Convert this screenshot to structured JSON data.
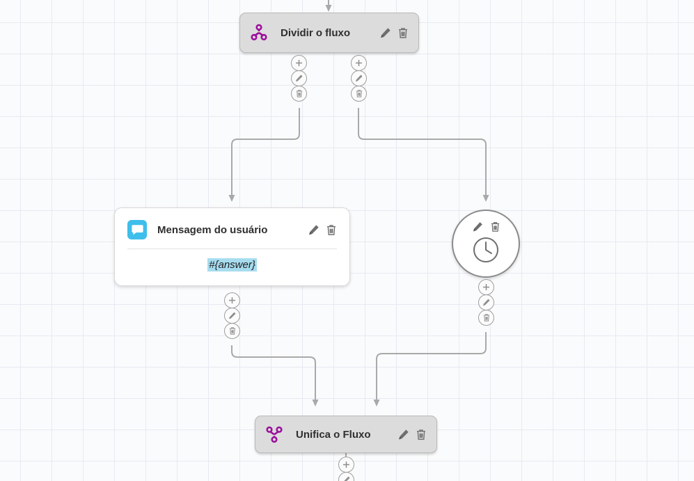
{
  "canvas": {
    "background_color": "#fafbfc",
    "grid_line_color": "#e6eaf2",
    "grid_size": 45
  },
  "palette": {
    "node_purple": "#9b0f9b",
    "chat_blue": "#3ebeeb",
    "variable_highlight": "#a7dcef",
    "gray_node_fill": "#dcdcdc",
    "edge_color": "#a9a9a9",
    "icon_gray": "#6e6e6e"
  },
  "nodes": [
    {
      "id": "split",
      "type": "split-flow",
      "label": "Dividir o fluxo",
      "icon": "split-branch-icon",
      "edit_label": "Editar",
      "delete_label": "Excluir"
    },
    {
      "id": "user-message",
      "type": "message-card",
      "label": "Mensagem do usuário",
      "icon": "chat-bubble-icon",
      "body_variable": "#{answer}",
      "edit_label": "Editar",
      "delete_label": "Excluir"
    },
    {
      "id": "timer",
      "type": "timer-circle",
      "label": "",
      "icon": "clock-icon",
      "edit_label": "Editar",
      "delete_label": "Excluir"
    },
    {
      "id": "merge",
      "type": "merge-flow",
      "label": "Unifica o Fluxo",
      "icon": "merge-branch-icon",
      "edit_label": "Editar",
      "delete_label": "Excluir"
    }
  ],
  "connector_actions": [
    {
      "name": "add",
      "icon": "plus-icon",
      "tooltip": "Adicionar"
    },
    {
      "name": "edit",
      "icon": "pencil-icon",
      "tooltip": "Editar"
    },
    {
      "name": "delete",
      "icon": "trash-icon",
      "tooltip": "Excluir"
    }
  ]
}
